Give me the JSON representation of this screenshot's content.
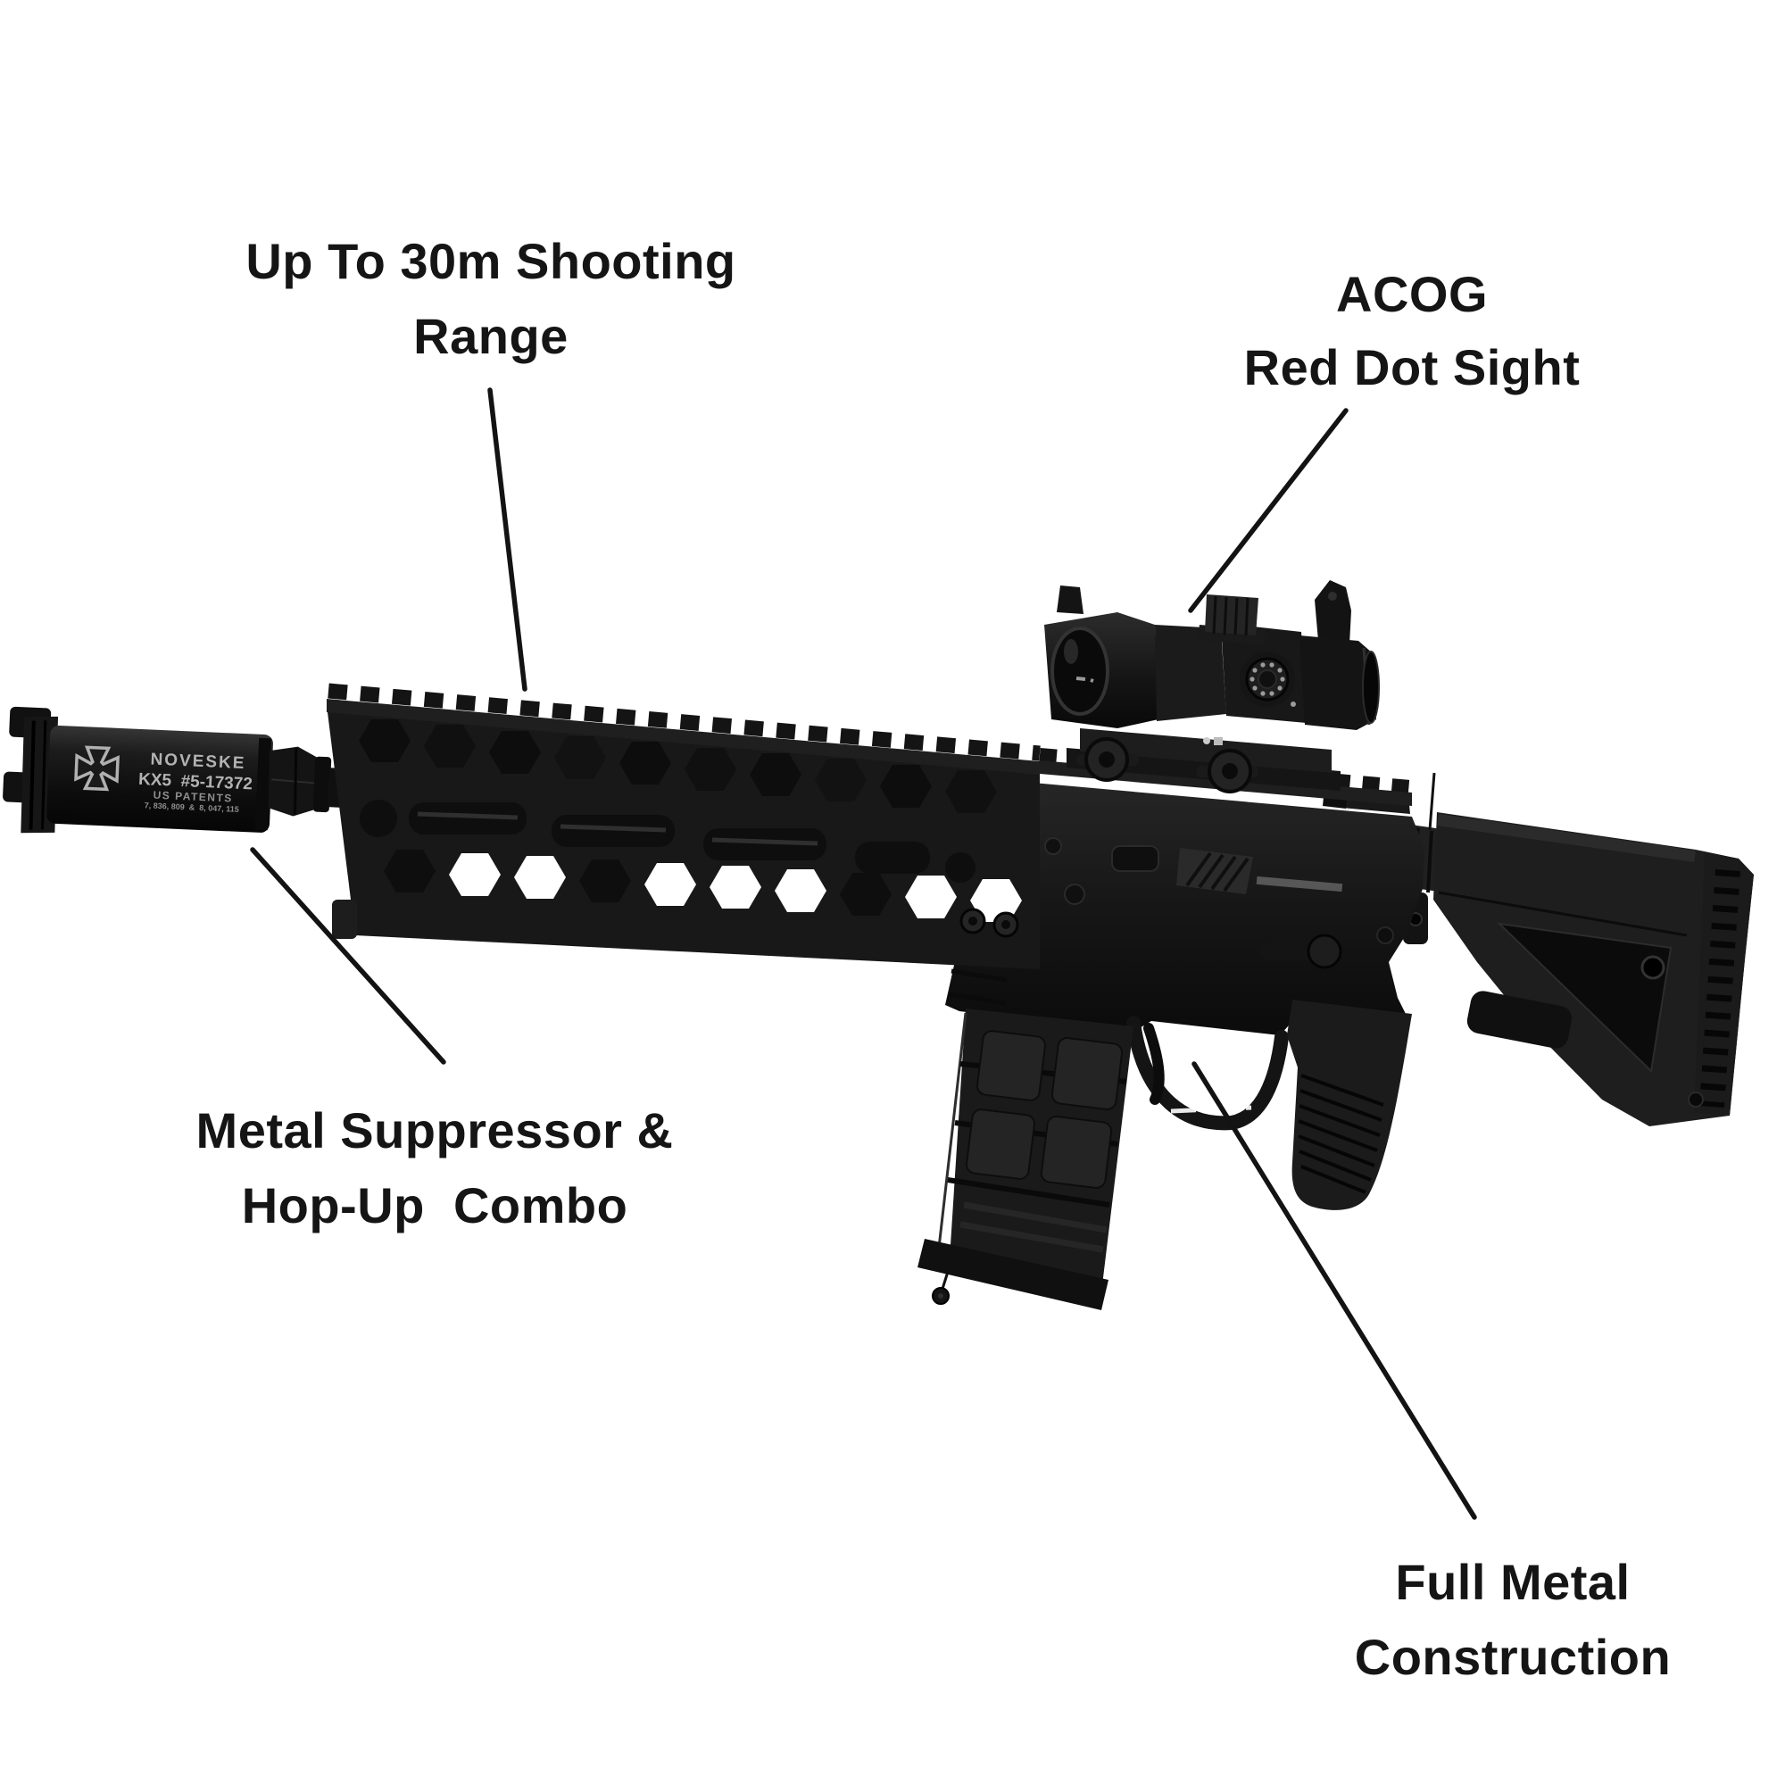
{
  "annotations": {
    "shooting_range": {
      "line1": "Up To 30m Shooting",
      "line2": "Range"
    },
    "optic": {
      "line1": "ACOG",
      "line2": "Red Dot Sight"
    },
    "suppressor": {
      "line1": "Metal Suppressor &",
      "line2": "Hop-Up  Combo"
    },
    "construction": {
      "line1": "Full Metal",
      "line2": "Construction"
    }
  },
  "engravings": {
    "brand": "NOVESKE",
    "model": "KX5  #5-17372",
    "patents_label": "US PATENTS",
    "patents_numbers": "7, 836, 809  &  8, 047, 115"
  },
  "colors": {
    "background": "#ffffff",
    "annotation_text": "#151515",
    "annotation_line": "#131313",
    "rifle_black": "#181818",
    "rifle_dark": "#0d0d0d",
    "rifle_mid": "#1f1f1f",
    "engraving_text": "#b3b3b3"
  }
}
